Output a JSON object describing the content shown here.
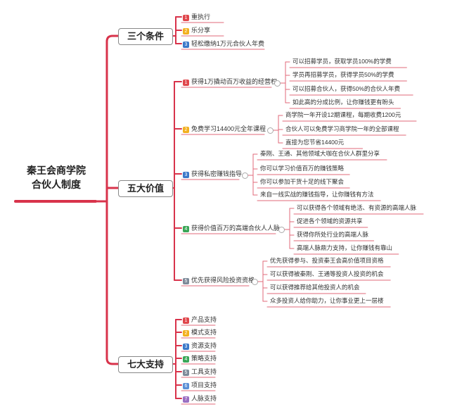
{
  "root": {
    "line1": "秦王会商学院",
    "line2": "合伙人制度"
  },
  "colors": {
    "wire": "#d8334b",
    "wire_fine": "#e06a7a",
    "b1": "#e0474c",
    "b2": "#f2b01e",
    "b3": "#3a78c9",
    "b4": "#3aa657",
    "b5": "#7d8a99",
    "b6": "#5b8fd6",
    "b7": "#9a6fc2"
  },
  "branches": [
    {
      "label": "三个条件",
      "items": [
        {
          "n": "1",
          "color": "#e0474c",
          "text": "重执行"
        },
        {
          "n": "2",
          "color": "#f2b01e",
          "text": "乐分享"
        },
        {
          "n": "3",
          "color": "#3a78c9",
          "text": "轻松缴纳1万元合伙人年费"
        }
      ]
    },
    {
      "label": "五大价值",
      "items": [
        {
          "n": "1",
          "color": "#e0474c",
          "text": "获得1万撬动百万收益的经营权",
          "subs": [
            "可以招募学员，获取学员100%的学费",
            "学员再招募学员，获得学员50%的学费",
            "可以招募合伙人，获得50%的合伙人年费",
            "如此高的分成比例，让你赚钱更有盼头"
          ]
        },
        {
          "n": "2",
          "color": "#f2b01e",
          "text": "免费学习14400元全年课程",
          "subs": [
            "商学院一年开设12期课程，每期收费1200元",
            "合伙人可以免费学习商学院一年的全部课程",
            "直接为您节省14400元"
          ]
        },
        {
          "n": "3",
          "color": "#3a78c9",
          "text": "获得私密赚钱指导",
          "subs": [
            "秦刚、王通、其他领域大咖在合伙人群里分享",
            "你可以学习价值百万的赚钱策略",
            "你可以参加干货十足的线下聚会",
            "来自一线实战的赚钱指导，让你赚钱有方法"
          ]
        },
        {
          "n": "4",
          "color": "#3aa657",
          "text": "获得价值百万的高端合伙人人脉",
          "subs": [
            "可以获得各个领域有绝活、有资源的高端人脉",
            "促进各个领域的资源共享",
            "获得你所处行业的高端人脉",
            "高端人脉鼎力支持，让你赚钱有靠山"
          ]
        },
        {
          "n": "5",
          "color": "#7d8a99",
          "text": "优先获得风险投资资格",
          "subs": [
            "优先获得参与、投资秦王会高价值项目资格",
            "可以获得被秦刚、王通等投资人投资的机会",
            "可以获得推荐给其他投资人的机会",
            "众多投资人给你助力，让你事业更上一层楼"
          ]
        }
      ]
    },
    {
      "label": "七大支持",
      "items": [
        {
          "n": "1",
          "color": "#e0474c",
          "text": "产品支持"
        },
        {
          "n": "2",
          "color": "#f2b01e",
          "text": "模式支持"
        },
        {
          "n": "3",
          "color": "#3a78c9",
          "text": "资源支持"
        },
        {
          "n": "4",
          "color": "#3aa657",
          "text": "策略支持"
        },
        {
          "n": "5",
          "color": "#7d8a99",
          "text": "工具支持"
        },
        {
          "n": "6",
          "color": "#5b8fd6",
          "text": "项目支持"
        },
        {
          "n": "7",
          "color": "#9a6fc2",
          "text": "人脉支持"
        }
      ]
    }
  ]
}
